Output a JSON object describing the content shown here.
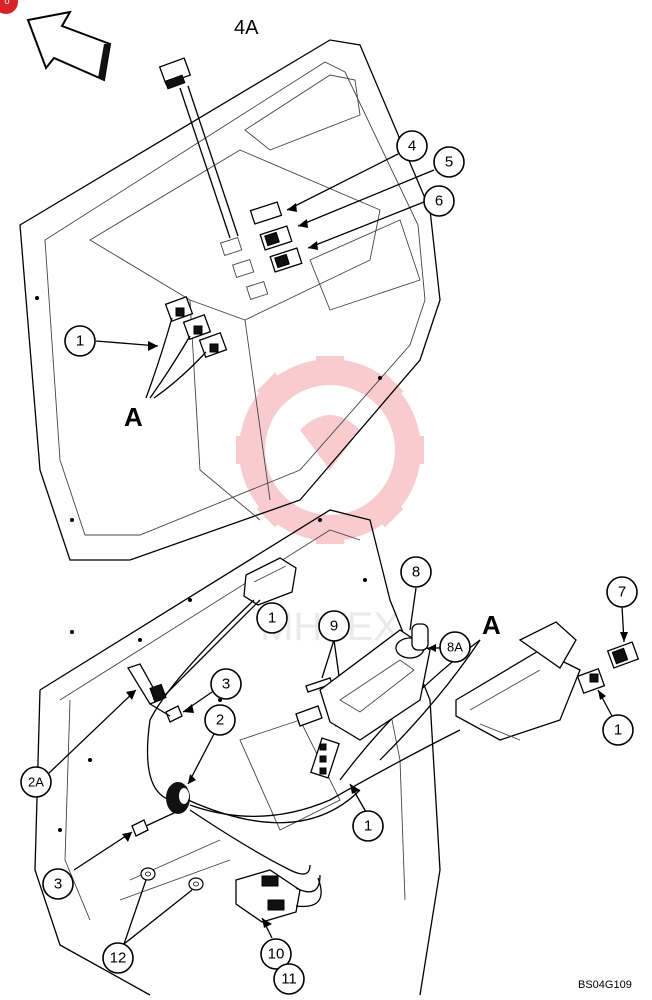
{
  "figure_code": "BS04G109",
  "corner_badge": "0",
  "watermark_text": "MHTEX",
  "watermark_color": "#f3a3a8",
  "labels": {
    "A_top": "A",
    "A_bottom": "A",
    "part_4A": "4A"
  },
  "callouts": [
    {
      "id": "c1a",
      "text": "1"
    },
    {
      "id": "c4",
      "text": "4"
    },
    {
      "id": "c5",
      "text": "5"
    },
    {
      "id": "c6",
      "text": "6"
    },
    {
      "id": "c8",
      "text": "8"
    },
    {
      "id": "c7",
      "text": "7"
    },
    {
      "id": "c8A",
      "text": "8A"
    },
    {
      "id": "c9",
      "text": "9"
    },
    {
      "id": "c1b",
      "text": "1"
    },
    {
      "id": "c3a",
      "text": "3"
    },
    {
      "id": "c2",
      "text": "2"
    },
    {
      "id": "c1c",
      "text": "1"
    },
    {
      "id": "c2A",
      "text": "2A"
    },
    {
      "id": "c1d",
      "text": "1"
    },
    {
      "id": "c3b",
      "text": "3"
    },
    {
      "id": "c12",
      "text": "12"
    },
    {
      "id": "c10",
      "text": "10"
    },
    {
      "id": "c11",
      "text": "11"
    }
  ]
}
